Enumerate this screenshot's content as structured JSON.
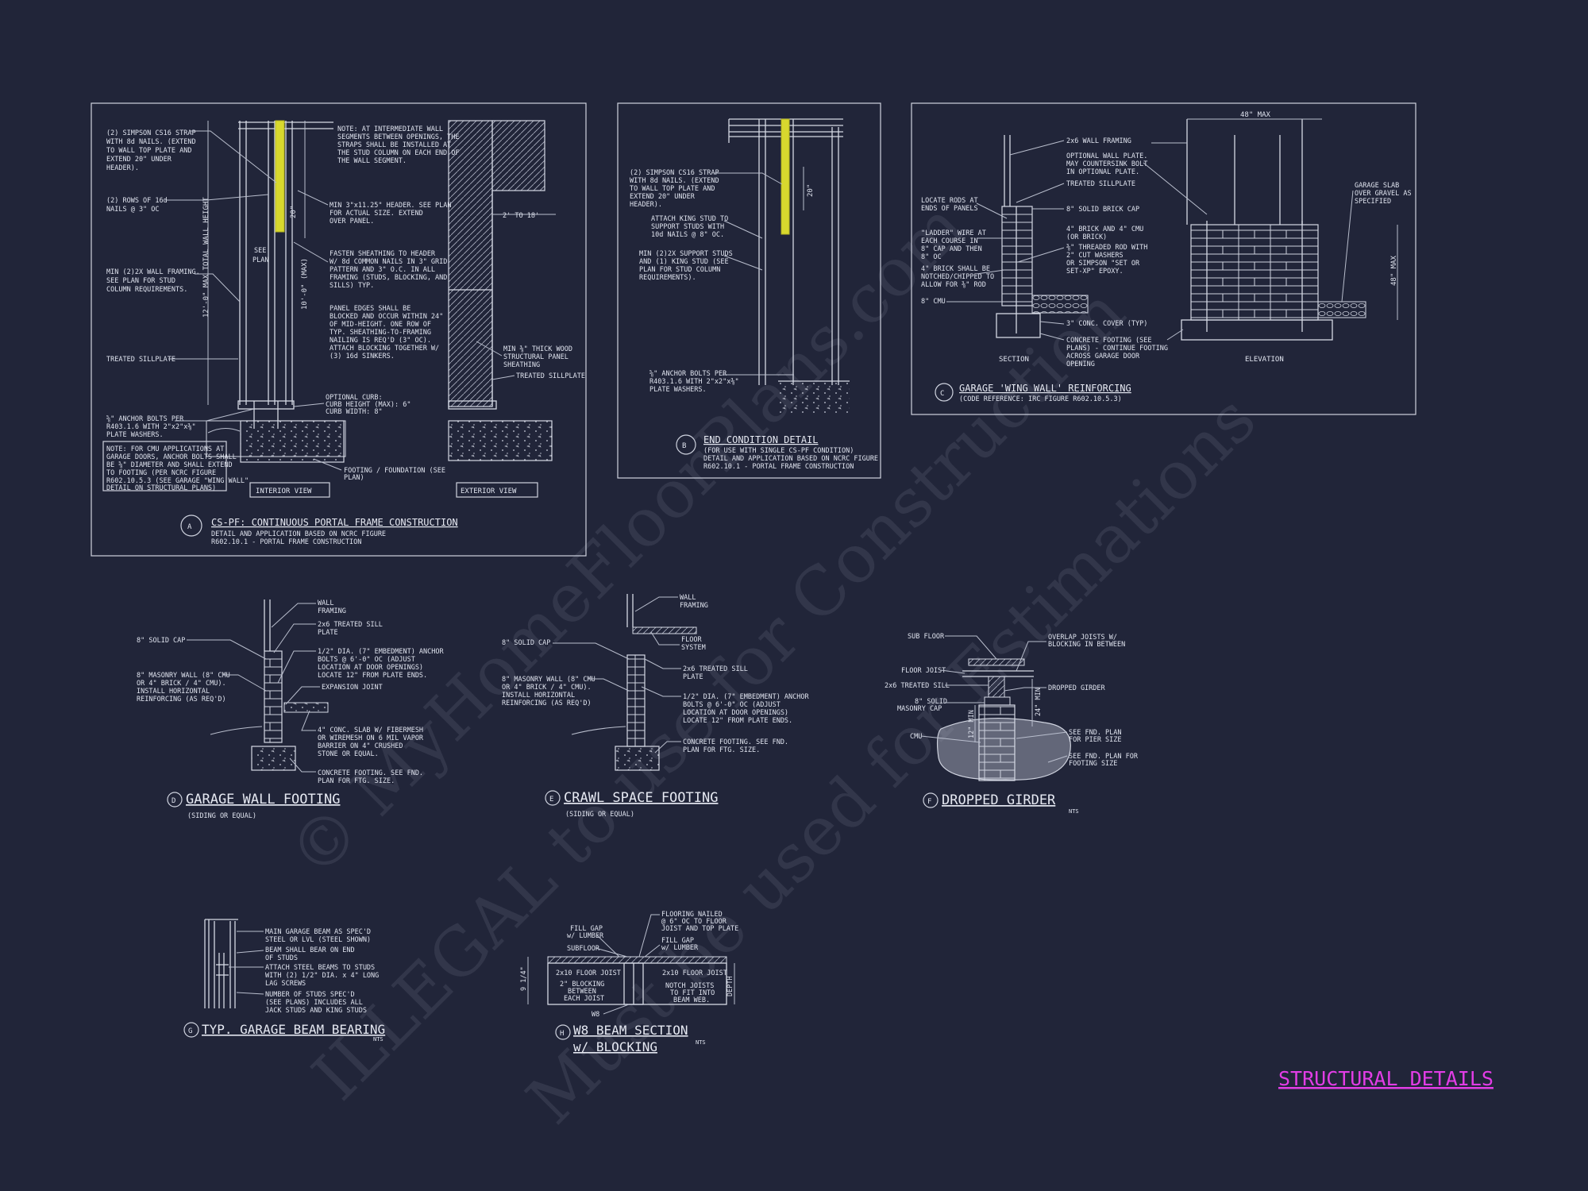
{
  "sheet_title": "STRUCTURAL DETAILS",
  "watermark": {
    "line1": "© MyHomeFloorPlans.com",
    "line2": "ILLEGAL to use for Construction",
    "line3": "Must be used for Estimations"
  },
  "detail_a": {
    "letter": "A",
    "title": "CS-PF: CONTINUOUS PORTAL FRAME CONSTRUCTION",
    "subtitle1": "DETAIL AND APPLICATION BASED ON NCRC FIGURE",
    "subtitle2": "R602.10.1 - PORTAL FRAME CONSTRUCTION",
    "interior_view": "INTERIOR VIEW",
    "exterior_view": "EXTERIOR VIEW",
    "notes": [
      "(2) SIMPSON CS16 STRAP",
      "WITH 8d NAILS. (EXTEND",
      "TO WALL TOP PLATE AND",
      "EXTEND 20\" UNDER",
      "HEADER).",
      "(2) ROWS OF 16d",
      "NAILS @ 3\" OC",
      "MIN (2)2X WALL FRAMING.",
      "SEE PLAN FOR STUD",
      "COLUMN REQUIREMENTS.",
      "TREATED SILLPLATE",
      "⅝\" ANCHOR BOLTS PER",
      "R403.1.6 WITH 2\"x2\"x⅜\"",
      "PLATE WASHERS."
    ],
    "note_box": [
      "NOTE: FOR CMU APPLICATIONS AT",
      "GARAGE DOORS, ANCHOR BOLTS SHALL",
      "BE ⅝\" DIAMETER AND SHALL EXTEND",
      "TO FOOTING (PER NCRC FIGURE",
      "R602.10.5.3 (SEE GARAGE \"WING WALL\"",
      "DETAIL ON STRUCTURAL PLANS)"
    ],
    "mid_notes": [
      "NOTE: AT INTERMEDIATE WALL",
      "SEGMENTS BETWEEN OPENINGS, THE",
      "STRAPS SHALL BE INSTALLED AT",
      "THE STUD COLUMN ON EACH END OF",
      "THE WALL SEGMENT.",
      "MIN 3\"x11.25\" HEADER. SEE PLAN",
      "FOR ACTUAL SIZE. EXTEND",
      "OVER PANEL.",
      "FASTEN SHEATHING TO HEADER",
      "W/ 8d COMMON NAILS IN 3\" GRID",
      "PATTERN AND 3\" O.C. IN ALL",
      "FRAMING (STUDS, BLOCKING, AND",
      "SILLS) TYP.",
      "PANEL EDGES SHALL BE",
      "BLOCKED AND OCCUR WITHIN 24\"",
      "OF MID-HEIGHT. ONE ROW OF",
      "TYP. SHEATHING-TO-FRAMING",
      "NAILING IS REQ'D (3\" OC).",
      "ATTACH BLOCKING TOGETHER W/",
      "(3) 16d SINKERS.",
      "OPTIONAL CURB:",
      "CURB HEIGHT (MAX): 6\"",
      "CURB WIDTH: 8\"",
      "FOOTING / FOUNDATION (SEE",
      "PLAN)"
    ],
    "right_notes": [
      "2' TO 18'",
      "MIN ⅜\" THICK WOOD",
      "STRUCTURAL PANEL",
      "SHEATHING",
      "TREATED SILLPLATE"
    ],
    "dims": [
      "12'-0\" MAX TOTAL WALL HEIGHT",
      "10'-0\" (MAX)",
      "20\"",
      "SEE",
      "PLAN"
    ]
  },
  "detail_b": {
    "letter": "B",
    "title": "END CONDITION DETAIL",
    "subtitle1": "(FOR USE WITH SINGLE CS-PF CONDITION)",
    "subtitle2": "DETAIL AND APPLICATION BASED ON NCRC FIGURE",
    "subtitle3": "R602.10.1 - PORTAL FRAME CONSTRUCTION",
    "notes": [
      "(2) SIMPSON CS16 STRAP",
      "WITH 8d NAILS. (EXTEND",
      "TO WALL TOP PLATE AND",
      "EXTEND 20\" UNDER",
      "HEADER).",
      "ATTACH KING STUD TO",
      "SUPPORT STUDS WITH",
      "10d NAILS @ 8\" OC.",
      "MIN (2)2X SUPPORT STUDS",
      "AND (1) KING STUD (SEE",
      "PLAN FOR STUD COLUMN",
      "REQUIREMENTS).",
      "⅝\" ANCHOR BOLTS PER",
      "R403.1.6 WITH 2\"x2\"x⅜\"",
      "PLATE WASHERS."
    ],
    "dim": "20\""
  },
  "detail_c": {
    "letter": "C",
    "title": "GARAGE 'WING WALL' REINFORCING",
    "subtitle": "(CODE REFERENCE: IRC FIGURE R602.10.5.3)",
    "section": "SECTION",
    "elevation": "ELEVATION",
    "dim_top": "48\" MAX",
    "dim_side": "48\" MAX",
    "left_notes": [
      "LOCATE RODS AT",
      "ENDS OF PANELS",
      "\"LADDER\" WIRE AT",
      "EACH COURSE IN",
      "8\" CAP AND THEN",
      "8\" OC",
      "4\" BRICK SHALL BE",
      "NOTCHED/CHIPPED TO",
      "ALLOW FOR ⅜\" ROD",
      "8\" CMU"
    ],
    "mid_notes": [
      "2x6 WALL FRAMING",
      "OPTIONAL WALL PLATE.",
      "MAY COUNTERSINK BOLT",
      "IN OPTIONAL PLATE.",
      "TREATED SILLPLATE",
      "8\" SOLID BRICK CAP",
      "4\" BRICK AND 4\" CMU",
      "(OR BRICK)",
      "⅜\" THREADED ROD WITH",
      "2\" CUT WASHERS",
      "OR SIMPSON \"SET OR",
      "SET-XP\" EPOXY.",
      "3\" CONC. COVER (TYP)",
      "CONCRETE FOOTING (SEE",
      "PLANS) - CONTINUE FOOTING",
      "ACROSS GARAGE DOOR",
      "OPENING"
    ],
    "right_notes": [
      "GARAGE SLAB",
      "OVER GRAVEL AS",
      "SPECIFIED"
    ]
  },
  "detail_d": {
    "letter": "D",
    "title": "GARAGE WALL FOOTING",
    "subtitle": "(SIDING OR EQUAL)",
    "notes": [
      "WALL",
      "FRAMING",
      "2x6 TREATED SILL",
      "PLATE",
      "8\" SOLID CAP",
      "1/2\" DIA. (7\" EMBEDMENT) ANCHOR",
      "BOLTS @ 6'-0\" OC (ADJUST",
      "LOCATION AT DOOR OPENINGS)",
      "LOCATE 12\" FROM PLATE ENDS.",
      "8\" MASONRY WALL (8\" CMU",
      "OR 4\" BRICK / 4\" CMU).",
      "INSTALL HORIZONTAL",
      "REINFORCING (AS REQ'D)",
      "EXPANSION JOINT",
      "4\" CONC. SLAB W/ FIBERMESH",
      "OR WIREMESH ON 6 MIL VAPOR",
      "BARRIER ON 4\" CRUSHED",
      "STONE OR EQUAL.",
      "CONCRETE FOOTING. SEE FND.",
      "PLAN FOR FTG. SIZE."
    ]
  },
  "detail_e": {
    "letter": "E",
    "title": "CRAWL SPACE FOOTING",
    "subtitle": "(SIDING OR EQUAL)",
    "notes": [
      "WALL",
      "FRAMING",
      "8\" SOLID CAP",
      "FLOOR",
      "SYSTEM",
      "8\" MASONRY WALL (8\" CMU",
      "OR 4\" BRICK / 4\" CMU).",
      "INSTALL HORIZONTAL",
      "REINFORCING (AS REQ'D)",
      "2x6 TREATED SILL",
      "PLATE",
      "1/2\" DIA. (7\" EMBEDMENT) ANCHOR",
      "BOLTS @ 6'-0\" OC (ADJUST",
      "LOCATION AT DOOR OPENINGS)",
      "LOCATE 12\" FROM PLATE ENDS.",
      "CONCRETE FOOTING. SEE FND.",
      "PLAN FOR FTG. SIZE."
    ]
  },
  "detail_f": {
    "letter": "F",
    "title": "DROPPED GIRDER",
    "nts": "NTS",
    "notes": [
      "SUB FLOOR",
      "OVERLAP JOISTS W/",
      "BLOCKING IN BETWEEN",
      "FLOOR JOIST",
      "2x6 TREATED SILL",
      "DROPPED GIRDER",
      "8\" SOLID",
      "MASONRY CAP",
      "CMU",
      "SEE FND. PLAN",
      "FOR PIER SIZE",
      "SEE FND. PLAN FOR",
      "FOOTING SIZE",
      "24\" MIN",
      "12\" MIN"
    ]
  },
  "detail_g": {
    "letter": "G",
    "title": "TYP. GARAGE BEAM BEARING",
    "nts": "NTS",
    "notes": [
      "MAIN GARAGE BEAM AS SPEC'D",
      "STEEL OR LVL (STEEL SHOWN)",
      "BEAM SHALL BEAR ON END",
      "OF STUDS",
      "ATTACH STEEL BEAMS TO STUDS",
      "WITH (2) 1/2\" DIA. x 4\" LONG",
      "LAG SCREWS",
      "NUMBER OF STUDS SPEC'D",
      "(SEE PLANS) INCLUDES ALL",
      "JACK STUDS AND KING STUDS"
    ]
  },
  "detail_h": {
    "letter": "H",
    "title1": "W8 BEAM SECTION",
    "title2": "w/ BLOCKING",
    "nts": "NTS",
    "notes": [
      "FLOORING NAILED",
      "@ 6\" OC TO FLOOR",
      "JOIST AND TOP PLATE",
      "FILL GAP",
      "w/ LUMBER",
      "SUBFLOOR",
      "FILL GAP",
      "w/ LUMBER",
      "2x10 FLOOR JOIST",
      "2x10 FLOOR JOIST",
      "2\" BLOCKING",
      "BETWEEN",
      "EACH JOIST",
      "NOTCH JOISTS",
      "TO FIT INTO",
      "BEAM WEB.",
      "W8",
      "9 1/4\"",
      "DEPTH"
    ]
  }
}
